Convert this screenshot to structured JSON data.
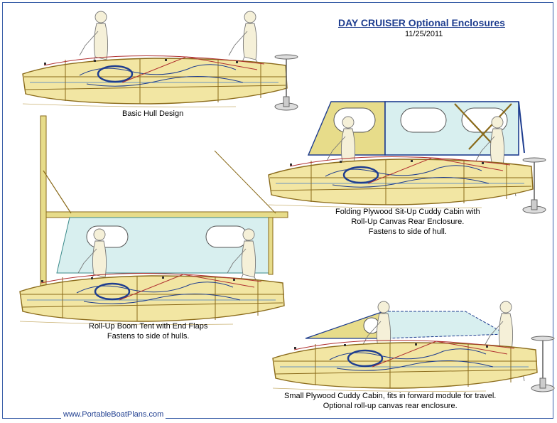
{
  "title": "DAY CRUISER  Optional Enclosures",
  "date": "11/25/2011",
  "captions": {
    "basic": "Basic Hull Design",
    "folding": [
      "Folding Plywood Sit-Up Cuddy Cabin with",
      "Roll-Up Canvas Rear Enclosure.",
      "Fastens to side of hull."
    ],
    "boom_tent": [
      "Roll-Up Boom Tent with End Flaps",
      "Fastens to side of hulls."
    ],
    "small_cuddy": [
      "Small Plywood Cuddy Cabin, fits in forward module for travel.",
      "Optional roll-up canvas rear enclosure."
    ]
  },
  "footer": "www.PortableBoatPlans.com",
  "colors": {
    "hull_fill": "#f2e6a3",
    "hull_stroke": "#8a6a1a",
    "plywood": "#e7dc8a",
    "canvas": "#d8efef",
    "accent_blue": "#1e3d8f",
    "rigging_red": "#b03030"
  }
}
